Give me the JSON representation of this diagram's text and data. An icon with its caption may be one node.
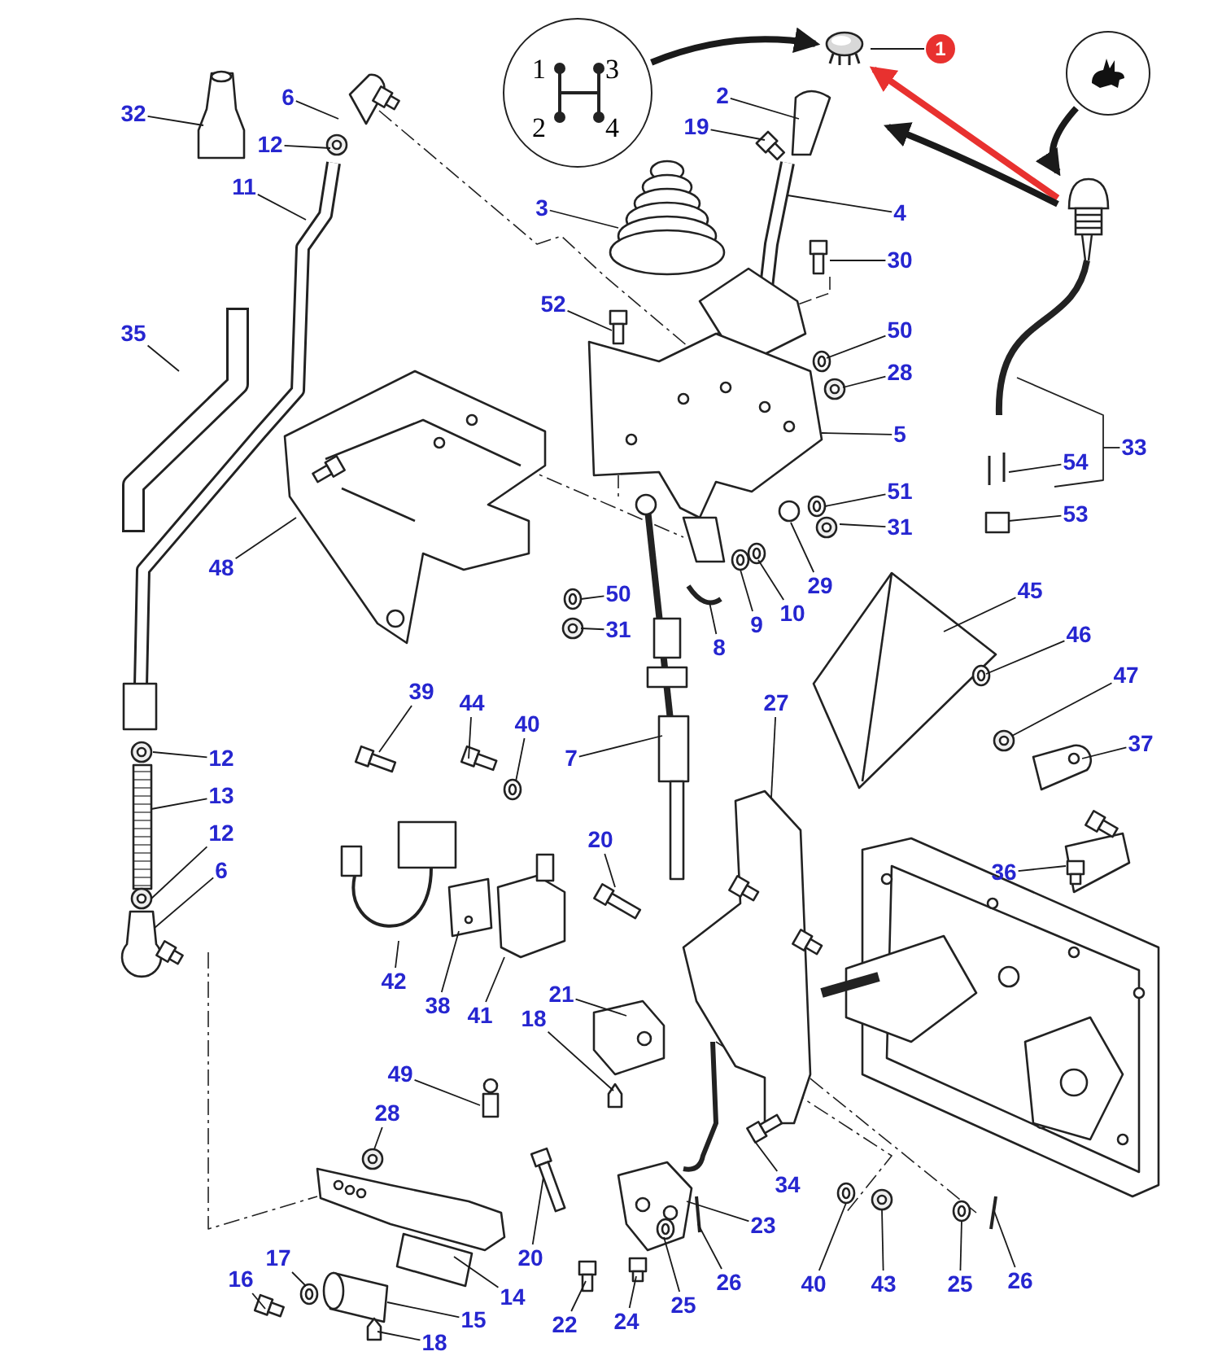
{
  "diagram": {
    "nodes": [
      {
        "text": [
          "1",
          "3",
          "2",
          "4"
        ]
      },
      {
        "text": [],
        "shape": "picture"
      },
      {
        "text": [
          "1"
        ]
      },
      {
        "text": [],
        "shape": "circle"
      },
      {
        "text": [],
        "shape": "picture"
      },
      {
        "text": [
          "32"
        ]
      },
      {
        "text": [
          "6"
        ]
      },
      {
        "text": [
          "12"
        ]
      },
      {
        "text": [
          "11"
        ]
      },
      {
        "text": [
          "35"
        ]
      },
      {
        "text": [
          "48"
        ]
      },
      {
        "text": [
          "3"
        ]
      },
      {
        "text": [
          "52"
        ]
      },
      {
        "text": [
          "2"
        ]
      },
      {
        "text": [
          "19"
        ]
      },
      {
        "text": [
          "4"
        ]
      },
      {
        "text": [
          "30"
        ]
      },
      {
        "text": [
          "50"
        ]
      },
      {
        "text": [
          "28"
        ]
      },
      {
        "text": [
          "5"
        ]
      },
      {
        "text": [
          "51"
        ]
      },
      {
        "text": [
          "31"
        ]
      },
      {
        "text": [
          "29"
        ]
      },
      {
        "text": [
          "9"
        ]
      },
      {
        "text": [
          "10"
        ]
      },
      {
        "text": [
          "8"
        ]
      },
      {
        "text": [
          "50"
        ]
      },
      {
        "text": [
          "31"
        ]
      },
      {
        "text": [
          "33"
        ]
      },
      {
        "text": [
          "54"
        ]
      },
      {
        "text": [
          "53"
        ]
      },
      {
        "text": [
          "45"
        ]
      },
      {
        "text": [
          "46"
        ]
      },
      {
        "text": [
          "47"
        ]
      },
      {
        "text": [
          "37"
        ]
      },
      {
        "text": [
          "36"
        ]
      },
      {
        "text": [
          "27"
        ]
      },
      {
        "text": [
          "7"
        ]
      },
      {
        "text": [
          "39"
        ]
      },
      {
        "text": [
          "44"
        ]
      },
      {
        "text": [
          "40"
        ]
      },
      {
        "text": [
          "12"
        ]
      },
      {
        "text": [
          "13"
        ]
      },
      {
        "text": [
          "12"
        ]
      },
      {
        "text": [
          "6"
        ]
      },
      {
        "text": [
          "20"
        ]
      },
      {
        "text": [
          "42"
        ]
      },
      {
        "text": [
          "38"
        ]
      },
      {
        "text": [
          "41"
        ]
      },
      {
        "text": [
          "21"
        ]
      },
      {
        "text": [
          "18"
        ]
      },
      {
        "text": [
          "49"
        ]
      },
      {
        "text": [
          "28"
        ]
      },
      {
        "text": [
          "20"
        ]
      },
      {
        "text": [
          "14"
        ]
      },
      {
        "text": [
          "15"
        ]
      },
      {
        "text": [
          "17"
        ]
      },
      {
        "text": [
          "16"
        ]
      },
      {
        "text": [
          "18"
        ]
      },
      {
        "text": [
          "22"
        ]
      },
      {
        "text": [
          "24"
        ]
      },
      {
        "text": [
          "25"
        ]
      },
      {
        "text": [
          "26"
        ]
      },
      {
        "text": [
          "23"
        ]
      },
      {
        "text": [
          "34"
        ]
      },
      {
        "text": [
          "40"
        ]
      },
      {
        "text": [
          "43"
        ]
      },
      {
        "text": [
          "25"
        ]
      },
      {
        "text": [
          "26"
        ]
      }
    ],
    "edges": [
      {
        "from": 0,
        "to": 1,
        "arrow": "to",
        "style": "thick"
      },
      {
        "from": 2,
        "to": 1,
        "arrow": "none"
      },
      {
        "from": 4,
        "to": 1,
        "arrow": "to",
        "style": "thick",
        "color": "#e8312f"
      },
      {
        "from": 3,
        "to": 4,
        "arrow": "to",
        "style": "thick"
      },
      {
        "from": 4,
        "to": null,
        "arrow": "to",
        "style": "thick"
      },
      {
        "from": 5,
        "to": null,
        "arrow": "none"
      },
      {
        "from": 6,
        "to": null,
        "arrow": "none"
      },
      {
        "from": 7,
        "to": null,
        "arrow": "none"
      },
      {
        "from": 8,
        "to": null,
        "arrow": "none"
      },
      {
        "from": 9,
        "to": null,
        "arrow": "none"
      },
      {
        "from": 10,
        "to": null,
        "arrow": "none"
      },
      {
        "from": 11,
        "to": null,
        "arrow": "none"
      },
      {
        "from": 12,
        "to": null,
        "arrow": "none"
      },
      {
        "from": 13,
        "to": null,
        "arrow": "none"
      },
      {
        "from": 14,
        "to": null,
        "arrow": "none"
      },
      {
        "from": 15,
        "to": null,
        "arrow": "none"
      },
      {
        "from": 16,
        "to": null,
        "arrow": "none"
      },
      {
        "from": 17,
        "to": null,
        "arrow": "none"
      },
      {
        "from": 18,
        "to": null,
        "arrow": "none"
      },
      {
        "from": 19,
        "to": null,
        "arrow": "none"
      },
      {
        "from": 20,
        "to": null,
        "arrow": "none"
      },
      {
        "from": 21,
        "to": null,
        "arrow": "none"
      },
      {
        "from": 22,
        "to": null,
        "arrow": "none"
      },
      {
        "from": 23,
        "to": null,
        "arrow": "none"
      },
      {
        "from": 24,
        "to": null,
        "arrow": "none"
      },
      {
        "from": 25,
        "to": null,
        "arrow": "none"
      },
      {
        "from": 26,
        "to": null,
        "arrow": "none"
      },
      {
        "from": 27,
        "to": null,
        "arrow": "none"
      },
      {
        "from": 28,
        "to": null,
        "arrow": "none"
      },
      {
        "from": 29,
        "to": null,
        "arrow": "none"
      },
      {
        "from": 30,
        "to": null,
        "arrow": "none"
      },
      {
        "from": 31,
        "to": null,
        "arrow": "none"
      },
      {
        "from": 32,
        "to": null,
        "arrow": "none"
      },
      {
        "from": 33,
        "to": null,
        "arrow": "none"
      },
      {
        "from": 34,
        "to": null,
        "arrow": "none"
      },
      {
        "from": 35,
        "to": null,
        "arrow": "none"
      },
      {
        "from": 36,
        "to": null,
        "arrow": "none"
      },
      {
        "from": 37,
        "to": null,
        "arrow": "none"
      },
      {
        "from": 38,
        "to": null,
        "arrow": "none"
      },
      {
        "from": 39,
        "to": null,
        "arrow": "none"
      },
      {
        "from": 40,
        "to": null,
        "arrow": "none"
      },
      {
        "from": 41,
        "to": null,
        "arrow": "none"
      },
      {
        "from": 42,
        "to": null,
        "arrow": "none"
      },
      {
        "from": 43,
        "to": null,
        "arrow": "none"
      },
      {
        "from": 44,
        "to": null,
        "arrow": "none"
      },
      {
        "from": 45,
        "to": null,
        "arrow": "none"
      },
      {
        "from": 46,
        "to": null,
        "arrow": "none"
      },
      {
        "from": 47,
        "to": null,
        "arrow": "none"
      },
      {
        "from": 48,
        "to": null,
        "arrow": "none"
      },
      {
        "from": 49,
        "to": null,
        "arrow": "none"
      },
      {
        "from": 50,
        "to": null,
        "arrow": "none"
      },
      {
        "from": 51,
        "to": null,
        "arrow": "none"
      },
      {
        "from": 52,
        "to": null,
        "arrow": "none"
      },
      {
        "from": 53,
        "to": null,
        "arrow": "none"
      },
      {
        "from": 54,
        "to": null,
        "arrow": "none"
      },
      {
        "from": 55,
        "to": null,
        "arrow": "none"
      },
      {
        "from": 56,
        "to": null,
        "arrow": "none"
      },
      {
        "from": 57,
        "to": null,
        "arrow": "none"
      },
      {
        "from": 58,
        "to": null,
        "arrow": "none"
      },
      {
        "from": 59,
        "to": null,
        "arrow": "none"
      },
      {
        "from": 60,
        "to": null,
        "arrow": "none"
      },
      {
        "from": 61,
        "to": null,
        "arrow": "none"
      },
      {
        "from": 62,
        "to": null,
        "arrow": "none"
      },
      {
        "from": 63,
        "to": null,
        "arrow": "none"
      },
      {
        "from": 64,
        "to": null,
        "arrow": "none"
      },
      {
        "from": 65,
        "to": null,
        "arrow": "none"
      },
      {
        "from": 66,
        "to": null,
        "arrow": "none"
      },
      {
        "from": 67,
        "to": null,
        "arrow": "none"
      },
      {
        "from": 68,
        "to": null,
        "arrow": "none"
      }
    ]
  }
}
